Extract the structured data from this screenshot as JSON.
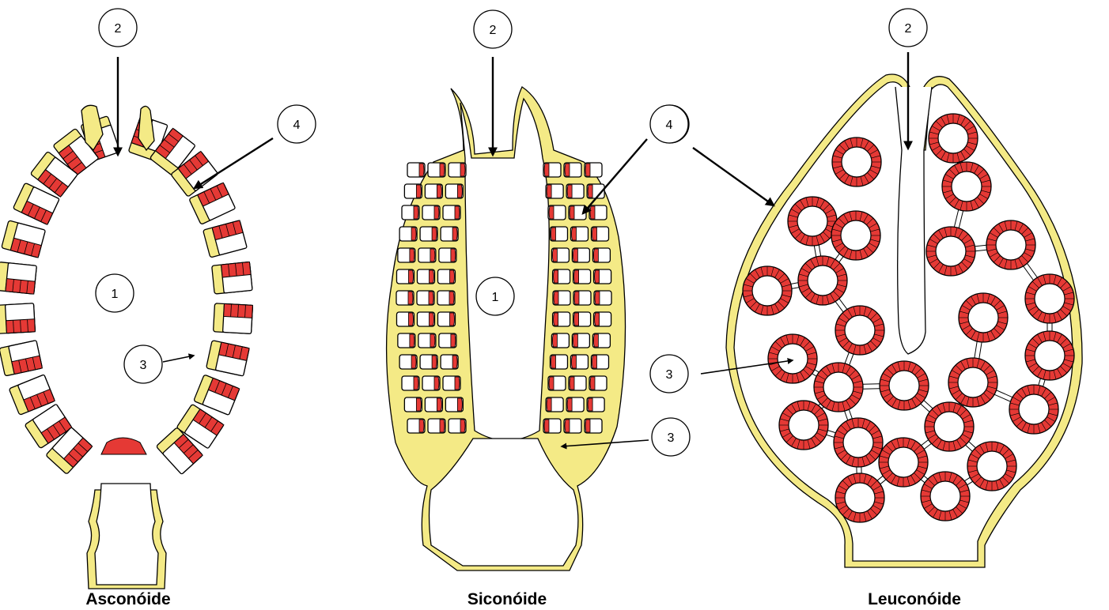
{
  "diagrams": [
    {
      "caption": "Asconóide",
      "markers": [
        "2",
        "4",
        "1",
        "3"
      ]
    },
    {
      "caption": "Siconóide",
      "markers": [
        "2",
        "4",
        "1",
        "3"
      ]
    },
    {
      "caption": "Leuconóide",
      "markers": [
        "2",
        "4",
        "3"
      ]
    }
  ],
  "colors": {
    "choanocyte_red": "#e53935",
    "pinacoderm_yellow": "#f4ea86",
    "outline": "#000000"
  }
}
